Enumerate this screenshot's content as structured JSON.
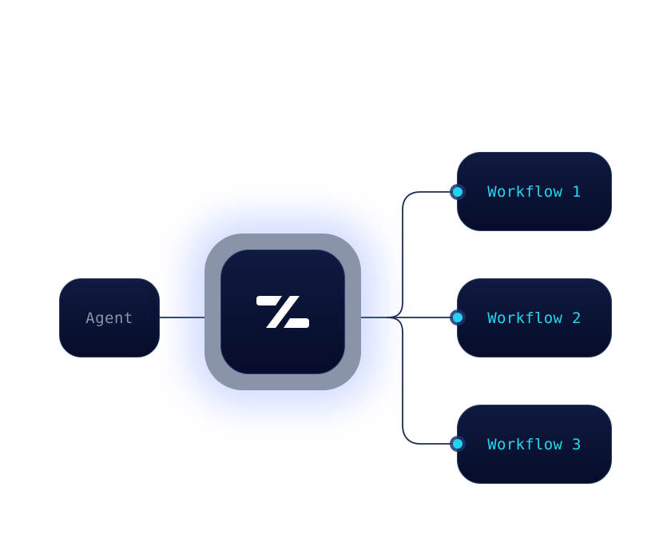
{
  "agent": {
    "label": "Agent"
  },
  "hub": {
    "logo_icon": "zapier-z-logo-icon"
  },
  "workflows": [
    {
      "label": "Workflow 1"
    },
    {
      "label": "Workflow 2"
    },
    {
      "label": "Workflow 3"
    }
  ],
  "colors": {
    "node_bg": "#0a1436",
    "node_border": "#2a3a66",
    "connector": "#1e2b52",
    "port": "#22d3ee",
    "workflow_text": "#27d6ec",
    "agent_text": "#8c93a6",
    "hub_ring": "#8a94a8",
    "glow": "#5a82ff"
  }
}
